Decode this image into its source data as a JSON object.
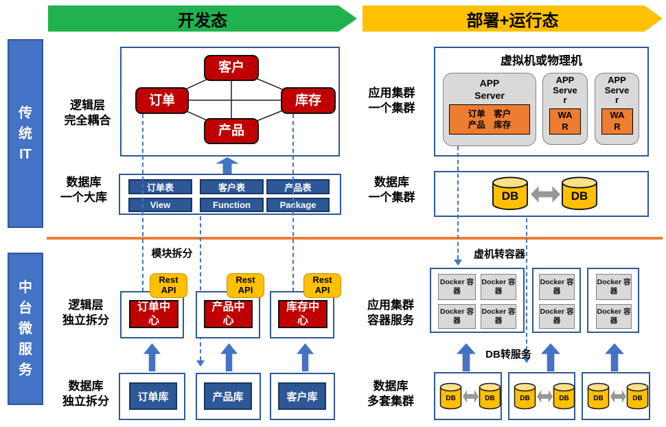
{
  "banners": {
    "dev": "开发态",
    "runtime": "部署+运行态"
  },
  "sidebars": {
    "top": "传统IT",
    "bottom": "中台微服务"
  },
  "labels": {
    "logic_coupled": "逻辑层\n完全耦合",
    "db_one_big": "数据库\n一个大库",
    "app_one_cluster": "应用集群\n一个集群",
    "db_one_cluster": "数据库\n一个集群",
    "module_split": "模块拆分",
    "logic_split": "逻辑层\n独立拆分",
    "db_split": "数据库\n独立拆分",
    "vm_to_container": "虚机转容器",
    "app_container_service": "应用集群\n容器服务",
    "db_to_service": "DB转服务",
    "db_multi_cluster": "数据库\n多套集群"
  },
  "coupled": {
    "top": "客户",
    "left": "订单",
    "right": "库存",
    "bottom": "产品"
  },
  "big_db": {
    "cells": [
      "订单表",
      "客户表",
      "产品表",
      "View",
      "Function",
      "Package"
    ]
  },
  "vm": {
    "title": "虚拟机或物理机",
    "server_big": "APP\nServer",
    "server_small": "APP\nServe\nr",
    "modules": "订单　客户\n产品　库存",
    "war": "WA\nR"
  },
  "db_text": "DB",
  "micro": {
    "rest": "Rest API",
    "centers": [
      "订单中心",
      "产品中心",
      "库存中心"
    ],
    "dbs": [
      "订单库",
      "产品库",
      "客户库"
    ],
    "docker": "Docker 容器"
  },
  "colors": {
    "banner_dev": "#21B24F",
    "banner_runtime": "#FFC000",
    "sidebar_blue": "#4472C4",
    "module_red": "#C00000",
    "db_cell_blue": "#2E5797",
    "orange": "#ED7D31",
    "gray": "#D9D9D9",
    "yellow": "#FFC000",
    "arrow_blue": "#4472C4",
    "cylinder_yellow": "#FFC000"
  }
}
